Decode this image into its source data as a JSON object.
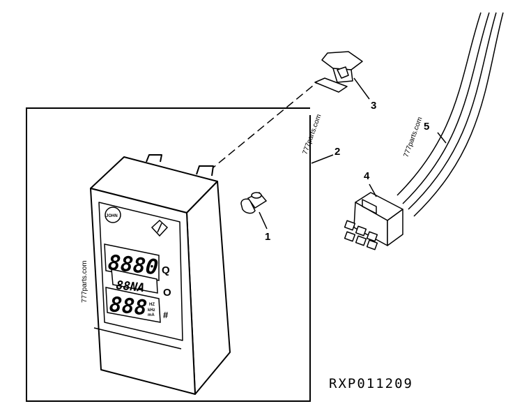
{
  "callouts": {
    "c1": "1",
    "c2": "2",
    "c3": "3",
    "c4": "4",
    "c5": "5"
  },
  "reference_code": "RXP011209",
  "watermark": "777parts.com",
  "display": {
    "upper_readout": "8880",
    "middle_readout": "88NA",
    "lower_readout": "888",
    "lower_unit_top": "HZ",
    "lower_unit_mid": "kHz",
    "lower_unit_bot": "mA",
    "icon_top": "Q",
    "icon_mid": "O",
    "icon_bot": "#",
    "logo_text": "JOHN"
  }
}
